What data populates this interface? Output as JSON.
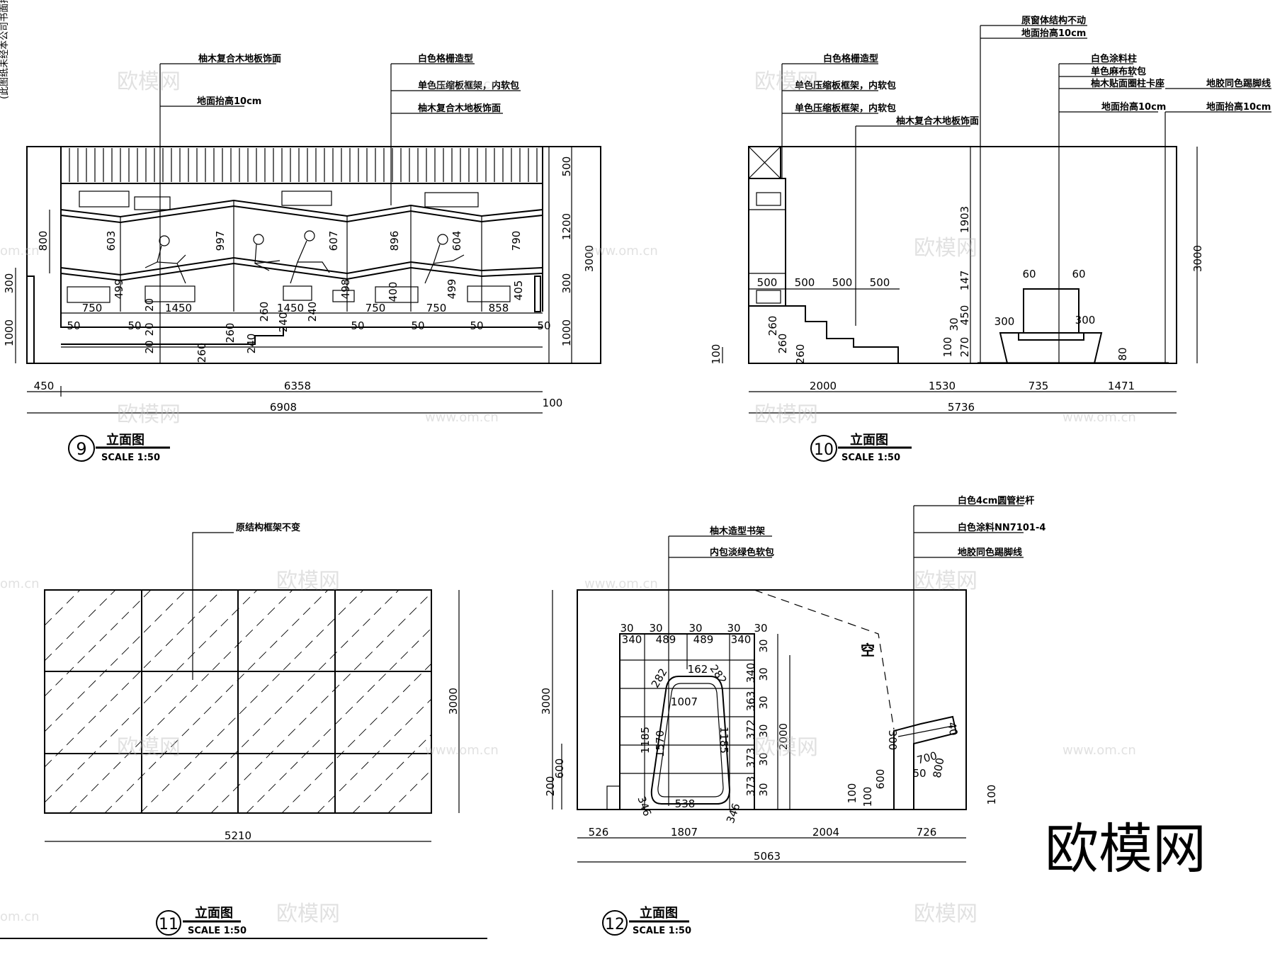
{
  "side_note": "(此图纸未经本公司书面批",
  "watermark_brand": "欧模网",
  "watermark_url": "www.om.cn",
  "watermark_url_short": "om.cn",
  "elev9": {
    "number": "9",
    "title": "立面图",
    "scale": "SCALE 1:50",
    "callouts": [
      "柚木复合木地板饰面",
      "地面抬高10cm",
      "白色格栅造型",
      "单色压缩板框架，内软包",
      "柚木复合木地板饰面"
    ],
    "right_dims": [
      "500",
      "1200",
      "300",
      "1000",
      "3000"
    ],
    "left_dims": [
      "800",
      "300",
      "1000"
    ],
    "inner_dims": [
      "603",
      "997",
      "607",
      "896",
      "604",
      "790",
      "499",
      "498",
      "400",
      "499",
      "405"
    ],
    "bottom_dims": [
      "450",
      "6358",
      "6908",
      "100"
    ],
    "shelf_dims": [
      "750",
      "20",
      "1450",
      "260",
      "1450",
      "240",
      "750",
      "750",
      "858"
    ],
    "step_dims": [
      "50",
      "50",
      "20",
      "260",
      "240",
      "50",
      "50",
      "50",
      "50",
      "20",
      "260",
      "240"
    ]
  },
  "elev10": {
    "number": "10",
    "title": "立面图",
    "scale": "SCALE 1:50",
    "callouts": [
      "原窗体结构不动",
      "地面抬高10cm",
      "白色格栅造型",
      "单色压缩板框架，内软包",
      "单色压缩板框架，内软包",
      "柚木复合木地板饰面",
      "白色涂料柱",
      "单色麻布软包",
      "柚木贴面圈柱卡座",
      "地面抬高10cm",
      "地胶同色踢脚线",
      "地面抬高10cm"
    ],
    "dims": [
      "500",
      "500",
      "500",
      "500",
      "1903",
      "147",
      "450",
      "30",
      "270",
      "100",
      "60",
      "60",
      "300",
      "300",
      "80",
      "260",
      "260",
      "260",
      "100",
      "3000"
    ],
    "bottom_dims": [
      "2000",
      "1530",
      "735",
      "1471",
      "5736"
    ]
  },
  "elev11": {
    "number": "11",
    "title": "立面图",
    "scale": "SCALE 1:50",
    "callout": "原结构框架不变",
    "dims": [
      "3000",
      "5210"
    ]
  },
  "elev12": {
    "number": "12",
    "title": "立面图",
    "scale": "SCALE 1:50",
    "callouts": [
      "柚木造型书架",
      "内包淡绿色软包",
      "白色4cm圆管栏杆",
      "白色涂料NN7101-4",
      "地胶同色踢脚线"
    ],
    "void_label": "空",
    "top_dims": [
      "30",
      "30",
      "30",
      "30",
      "30",
      "340",
      "489",
      "489",
      "340"
    ],
    "arch_dims": [
      "162",
      "282",
      "282",
      "1007",
      "1185",
      "1570",
      "1185",
      "538",
      "346",
      "346"
    ],
    "right_dims": [
      "30",
      "340",
      "30",
      "363",
      "30",
      "372",
      "30",
      "373",
      "30",
      "373",
      "30",
      "2000"
    ],
    "left_dims": [
      "3000",
      "600",
      "200"
    ],
    "rail_dims": [
      "300",
      "40",
      "700",
      "800",
      "50",
      "600",
      "100",
      "100",
      "100"
    ],
    "bottom_dims": [
      "526",
      "1807",
      "2004",
      "726",
      "5063"
    ]
  }
}
